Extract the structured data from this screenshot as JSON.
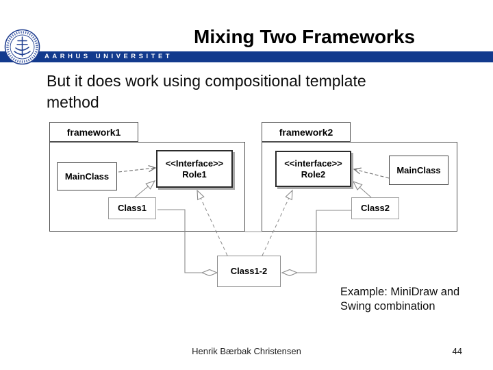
{
  "header": {
    "title": "Mixing Two Frameworks",
    "university": "AARHUS UNIVERSITET",
    "bar_color": "#123a8d",
    "logo": "aarhus-university-seal",
    "seal_color": "#1e3d8f"
  },
  "slide": {
    "body_lines": [
      "But it does work using compositional template",
      "method"
    ],
    "example_lines": [
      "Example: MiniDraw and",
      "Swing combination"
    ],
    "footer": {
      "author": "Henrik Bærbak Christensen",
      "page_number": "44"
    }
  },
  "diagram": {
    "packages": [
      {
        "name": "framework1"
      },
      {
        "name": "framework2"
      }
    ],
    "classes": [
      {
        "id": "mainclass1",
        "label": "MainClass"
      },
      {
        "id": "role1",
        "stereotype": "<<Interface>>",
        "label": "Role1"
      },
      {
        "id": "class1",
        "label": "Class1"
      },
      {
        "id": "role2",
        "stereotype": "<<interface>>",
        "label": "Role2"
      },
      {
        "id": "mainclass2",
        "label": "MainClass"
      },
      {
        "id": "class2",
        "label": "Class2"
      },
      {
        "id": "class12",
        "label": "Class1-2"
      }
    ],
    "relations": [
      {
        "type": "dependency",
        "from": "MainClass(framework1)",
        "to": "Role1",
        "style": "dashed, open arrow"
      },
      {
        "type": "realization",
        "from": "Class1",
        "to": "Role1",
        "style": "hollow triangle"
      },
      {
        "type": "dependency",
        "from": "MainClass(framework2)",
        "to": "Role2",
        "style": "dashed, open arrow"
      },
      {
        "type": "realization",
        "from": "Class2",
        "to": "Role2",
        "style": "hollow triangle"
      },
      {
        "type": "realization",
        "from": "Class1-2",
        "to": "Role1",
        "style": "dashed, hollow triangle"
      },
      {
        "type": "realization",
        "from": "Class1-2",
        "to": "Role2",
        "style": "dashed, hollow triangle"
      },
      {
        "type": "composition",
        "from": "Class1-2",
        "to": "Class1",
        "style": "hollow diamond at Class1-2"
      },
      {
        "type": "composition",
        "from": "Class1-2",
        "to": "Class2",
        "style": "hollow diamond at Class1-2"
      }
    ]
  }
}
